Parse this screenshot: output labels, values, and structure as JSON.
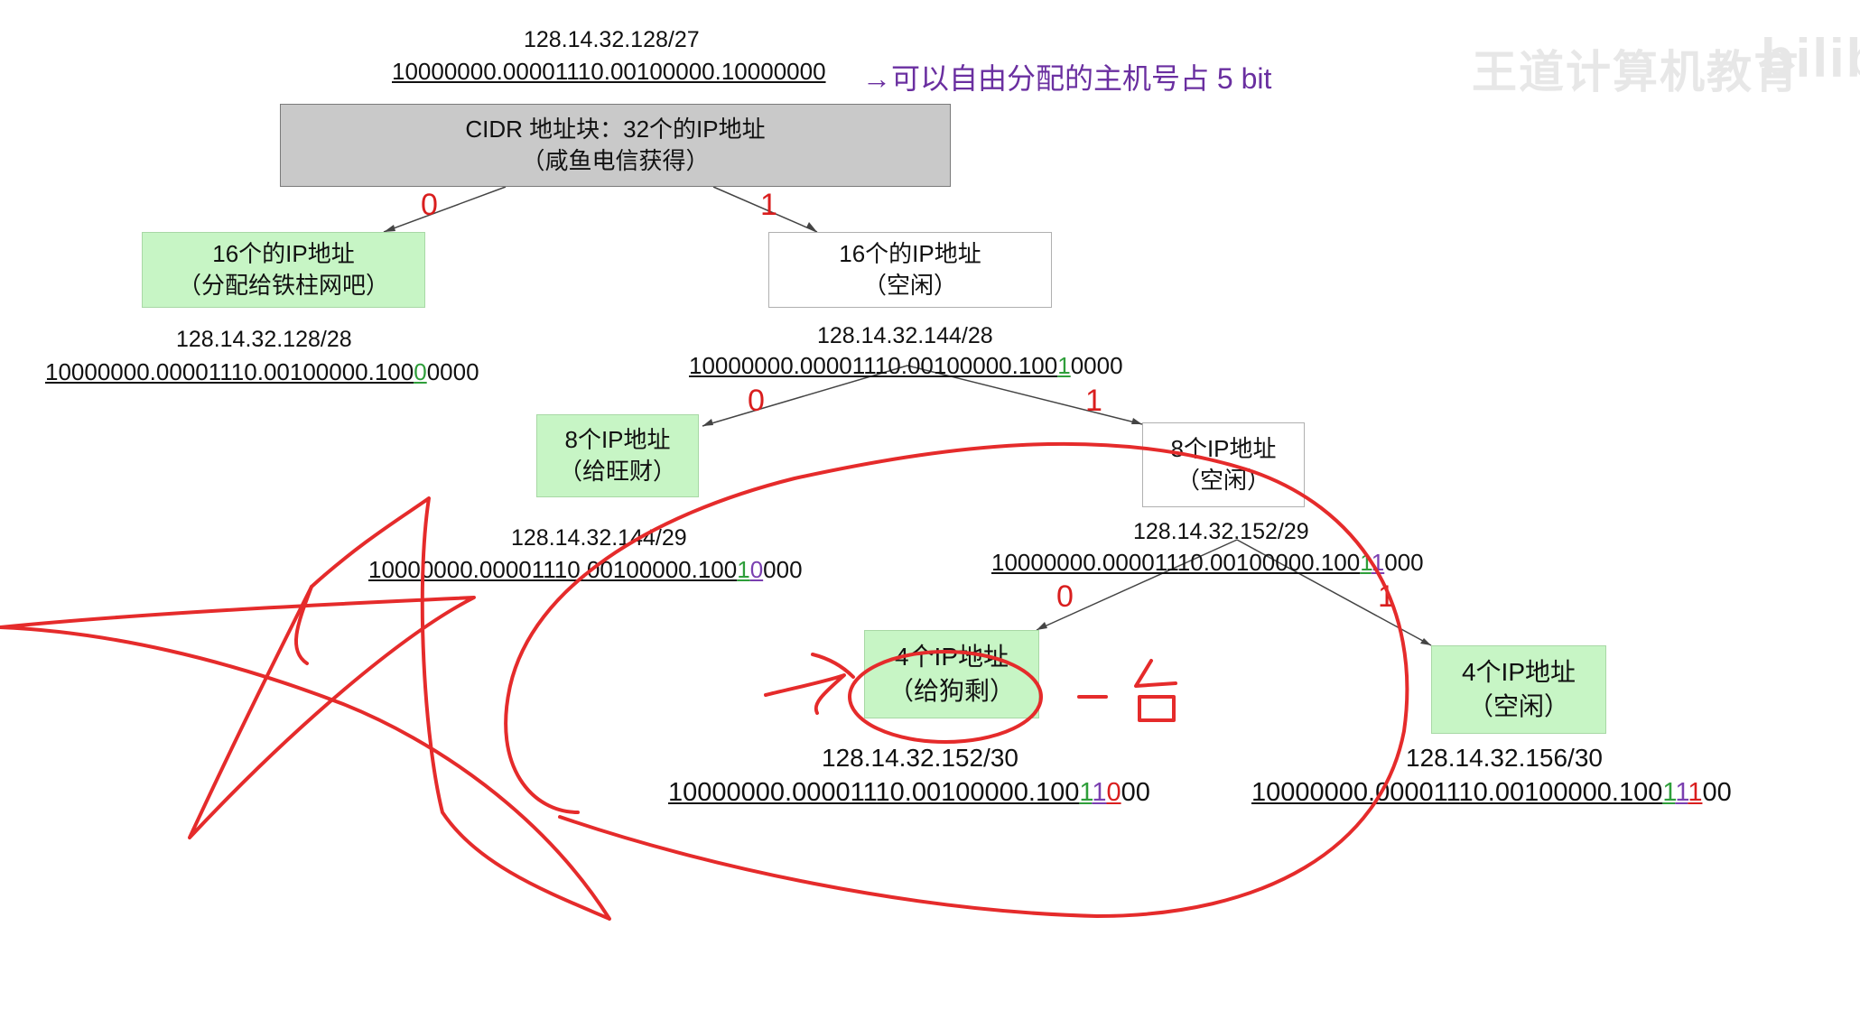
{
  "root": {
    "addr": "128.14.32.128/27",
    "bin": "10000000.00001110.00100000.10000000",
    "note": "→可以自由分配的主机号占 5 bit",
    "box_line1": "CIDR 地址块：32个的IP地址",
    "box_line2": "（咸鱼电信获得）"
  },
  "left16": {
    "line1": "16个的IP地址",
    "line2": "（分配给铁柱网吧）",
    "addr": "128.14.32.128/28",
    "bin_a": "10000000.00001110.00100000.100",
    "bin_b": "0",
    "bin_c": "0000"
  },
  "right16": {
    "line1": "16个的IP地址",
    "line2": "（空闲）",
    "addr": "128.14.32.144/28",
    "bin_a": "10000000.00001110.00100000.100",
    "bin_b": "1",
    "bin_c": "0000"
  },
  "left8": {
    "line1": "8个IP地址",
    "line2": "（给旺财）",
    "addr": "128.14.32.144/29",
    "bin_a": "10000000.00001110.00100000.100",
    "bin_b": "1",
    "bin_c": "0",
    "bin_d": "000"
  },
  "right8": {
    "line1": "8个IP地址",
    "line2": "（空闲）",
    "addr": "128.14.32.152/29",
    "bin_a": "10000000.00001110.00100000.100",
    "bin_b": "1",
    "bin_c": "1",
    "bin_d": "000"
  },
  "left4": {
    "line1": "4个IP地址",
    "line2": "（给狗剩）",
    "addr": "128.14.32.152/30",
    "bin_a": "10000000.00001110.00100000.100",
    "bin_b": "1",
    "bin_c": "1",
    "bin_d": "0",
    "bin_e": "00"
  },
  "right4": {
    "line1": "4个IP地址",
    "line2": "（空闲）",
    "addr": "128.14.32.156/30",
    "bin_a": "10000000.00001110.00100000.100",
    "bin_b": "1",
    "bin_c": "1",
    "bin_d": "1",
    "bin_e": "00"
  },
  "edges": {
    "l0": "0",
    "l1": "1"
  },
  "annotation": {
    "one_unit": "一台"
  },
  "watermark": "王道计算机教育",
  "watermark_logo": "bilibili",
  "colors": {
    "gray_box": "#c9c9c9",
    "green_box": "#c7f5c5",
    "red": "#d91e1e",
    "purple": "#6a2fa0",
    "green_bit": "#2e9e3a"
  }
}
